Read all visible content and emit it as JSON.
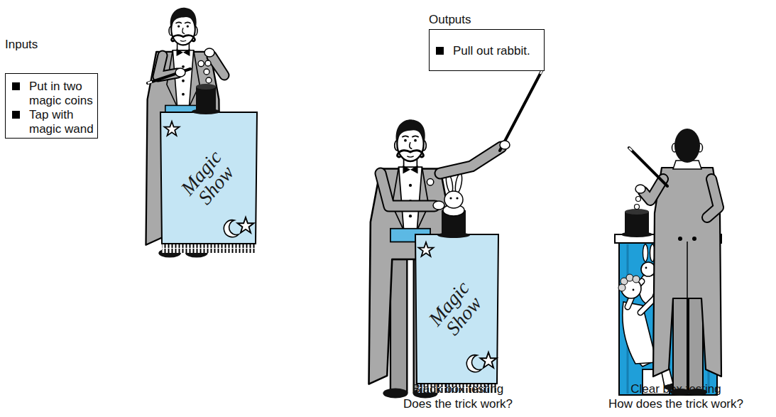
{
  "diagram": {
    "nodes": [
      {
        "text": [
          "Inputs",
          "Put in two magic coins",
          "Tap with magic wand"
        ]
      },
      {
        "text": [
          "Outputs",
          "Pull out rabbit."
        ]
      }
    ],
    "labels": [
      "Magic Show",
      "Magic Show",
      "Black box testing",
      "Does the trick work?",
      "Clear box testing",
      "How does the trick work?"
    ]
  }
}
